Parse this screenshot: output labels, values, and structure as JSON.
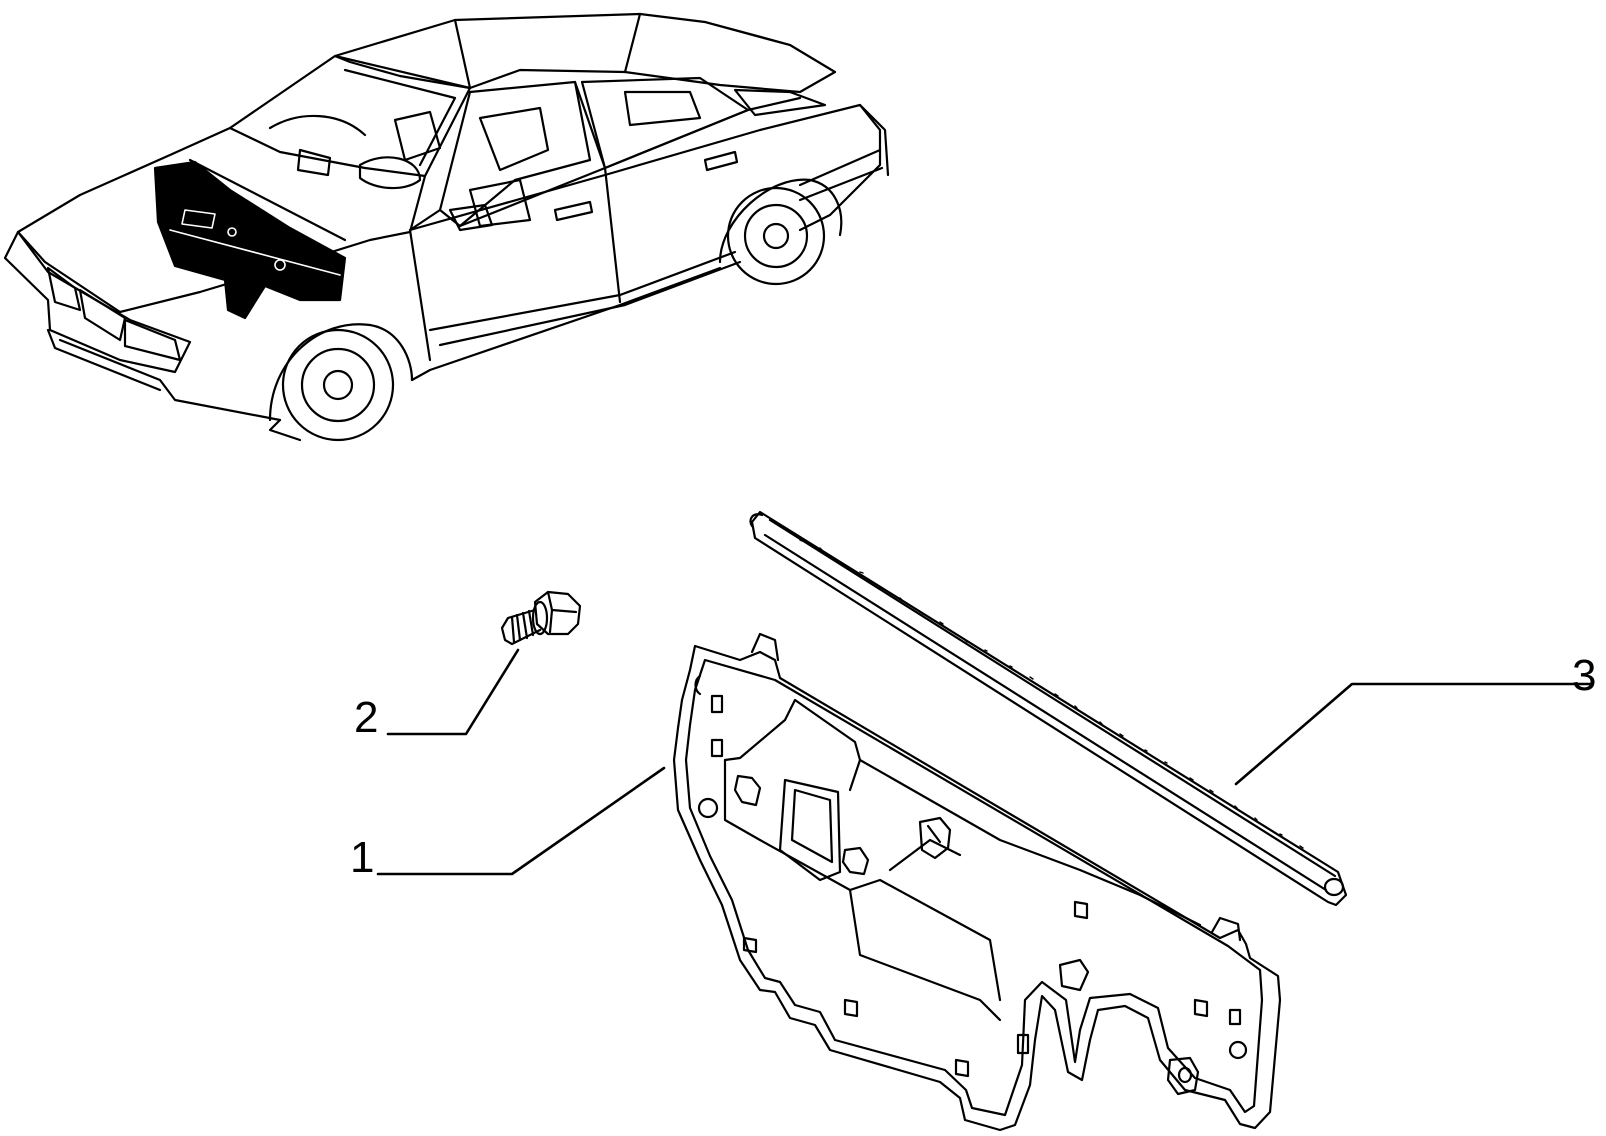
{
  "colors": {
    "ink": "#000000",
    "paper": "#ffffff",
    "highlight_fill": "#000000"
  },
  "callouts": [
    {
      "id": "1",
      "label": "1"
    },
    {
      "id": "2",
      "label": "2"
    },
    {
      "id": "3",
      "label": "3"
    }
  ]
}
